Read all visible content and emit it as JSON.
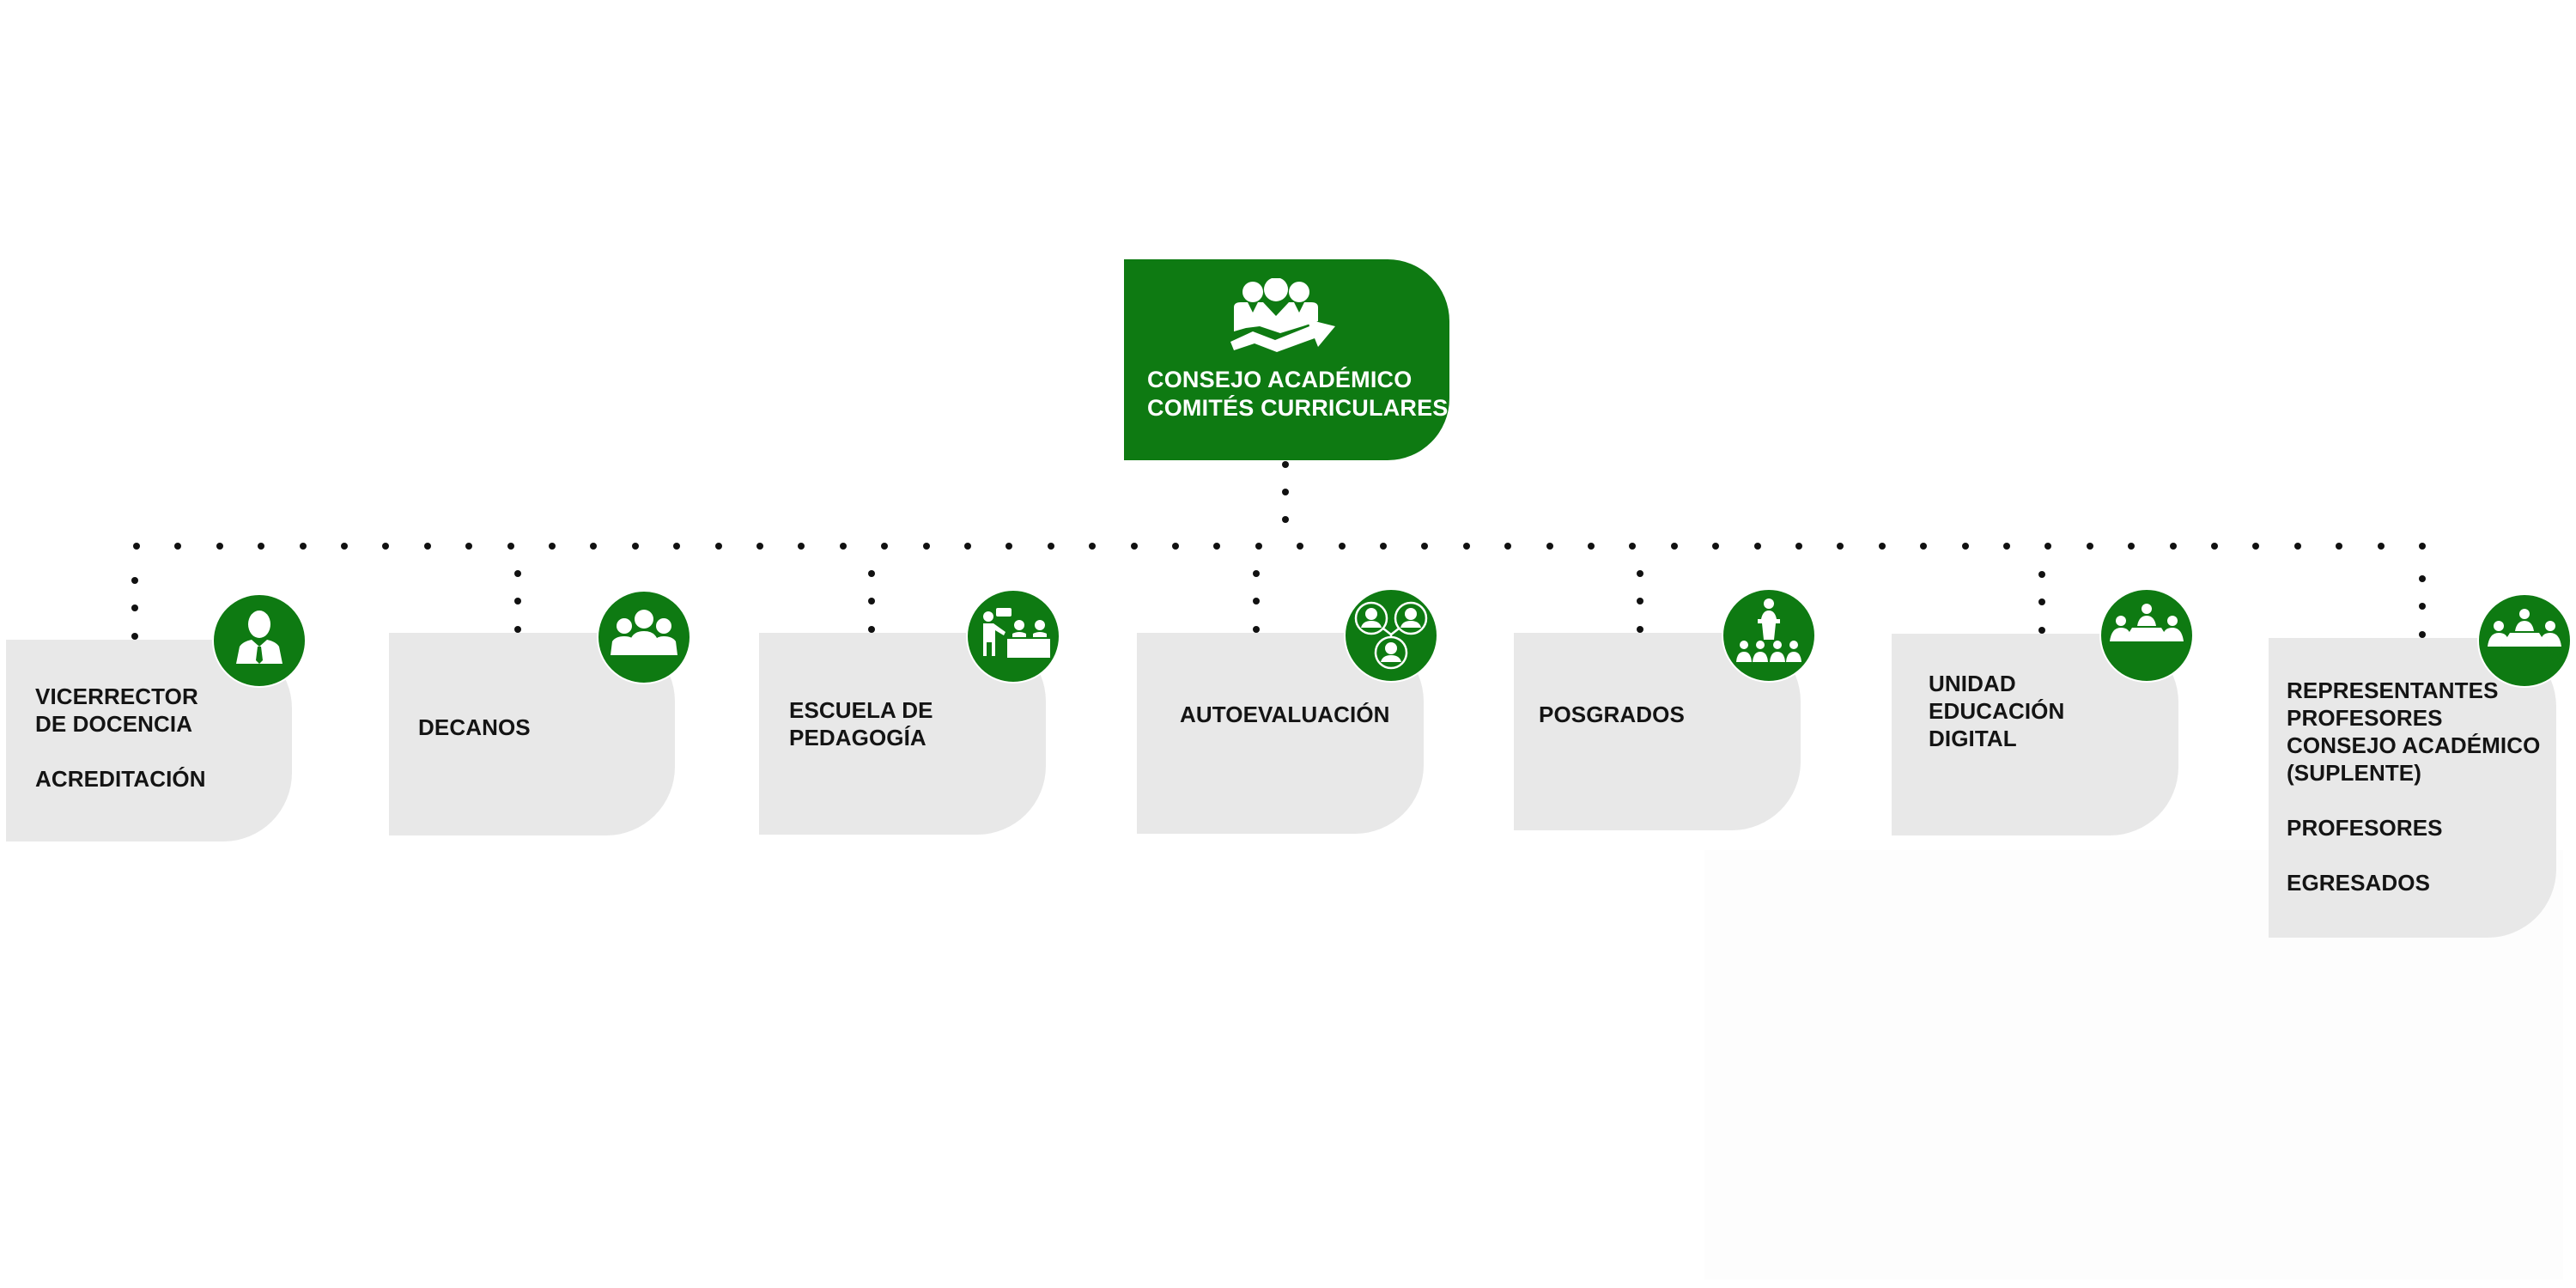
{
  "diagram": {
    "type": "org-chart",
    "accent_color": "#0E7A12",
    "card_color": "#E8E8E8",
    "root": {
      "icon": "group-growth-icon",
      "lines": [
        "CONSEJO ACADÉMICO",
        "COMITÉS CURRICULARES"
      ]
    },
    "children": [
      {
        "id": "vicerrector",
        "icon": "person-suit-icon",
        "blocks": [
          [
            "VICERRECTOR",
            "DE DOCENCIA"
          ],
          [
            "ACREDITACIÓN"
          ]
        ]
      },
      {
        "id": "decanos",
        "icon": "three-people-icon",
        "blocks": [
          [
            "DECANOS"
          ]
        ]
      },
      {
        "id": "pedagogia",
        "icon": "teacher-class-icon",
        "blocks": [
          [
            "ESCUELA DE",
            "PEDAGOGÍA"
          ]
        ]
      },
      {
        "id": "autoevaluacion",
        "icon": "connected-people-icon",
        "blocks": [
          [
            "AUTOEVALUACIÓN"
          ]
        ]
      },
      {
        "id": "posgrados",
        "icon": "speaker-audience-icon",
        "blocks": [
          [
            "POSGRADOS"
          ]
        ]
      },
      {
        "id": "educacion-digital",
        "icon": "meeting-table-icon",
        "blocks": [
          [
            "UNIDAD",
            "EDUCACIÓN",
            "DIGITAL"
          ]
        ]
      },
      {
        "id": "representantes",
        "icon": "meeting-table-icon",
        "blocks": [
          [
            "REPRESENTANTES",
            "PROFESORES",
            "CONSEJO ACADÉMICO",
            "(SUPLENTE)"
          ],
          [
            "PROFESORES"
          ],
          [
            "EGRESADOS"
          ]
        ]
      }
    ]
  }
}
